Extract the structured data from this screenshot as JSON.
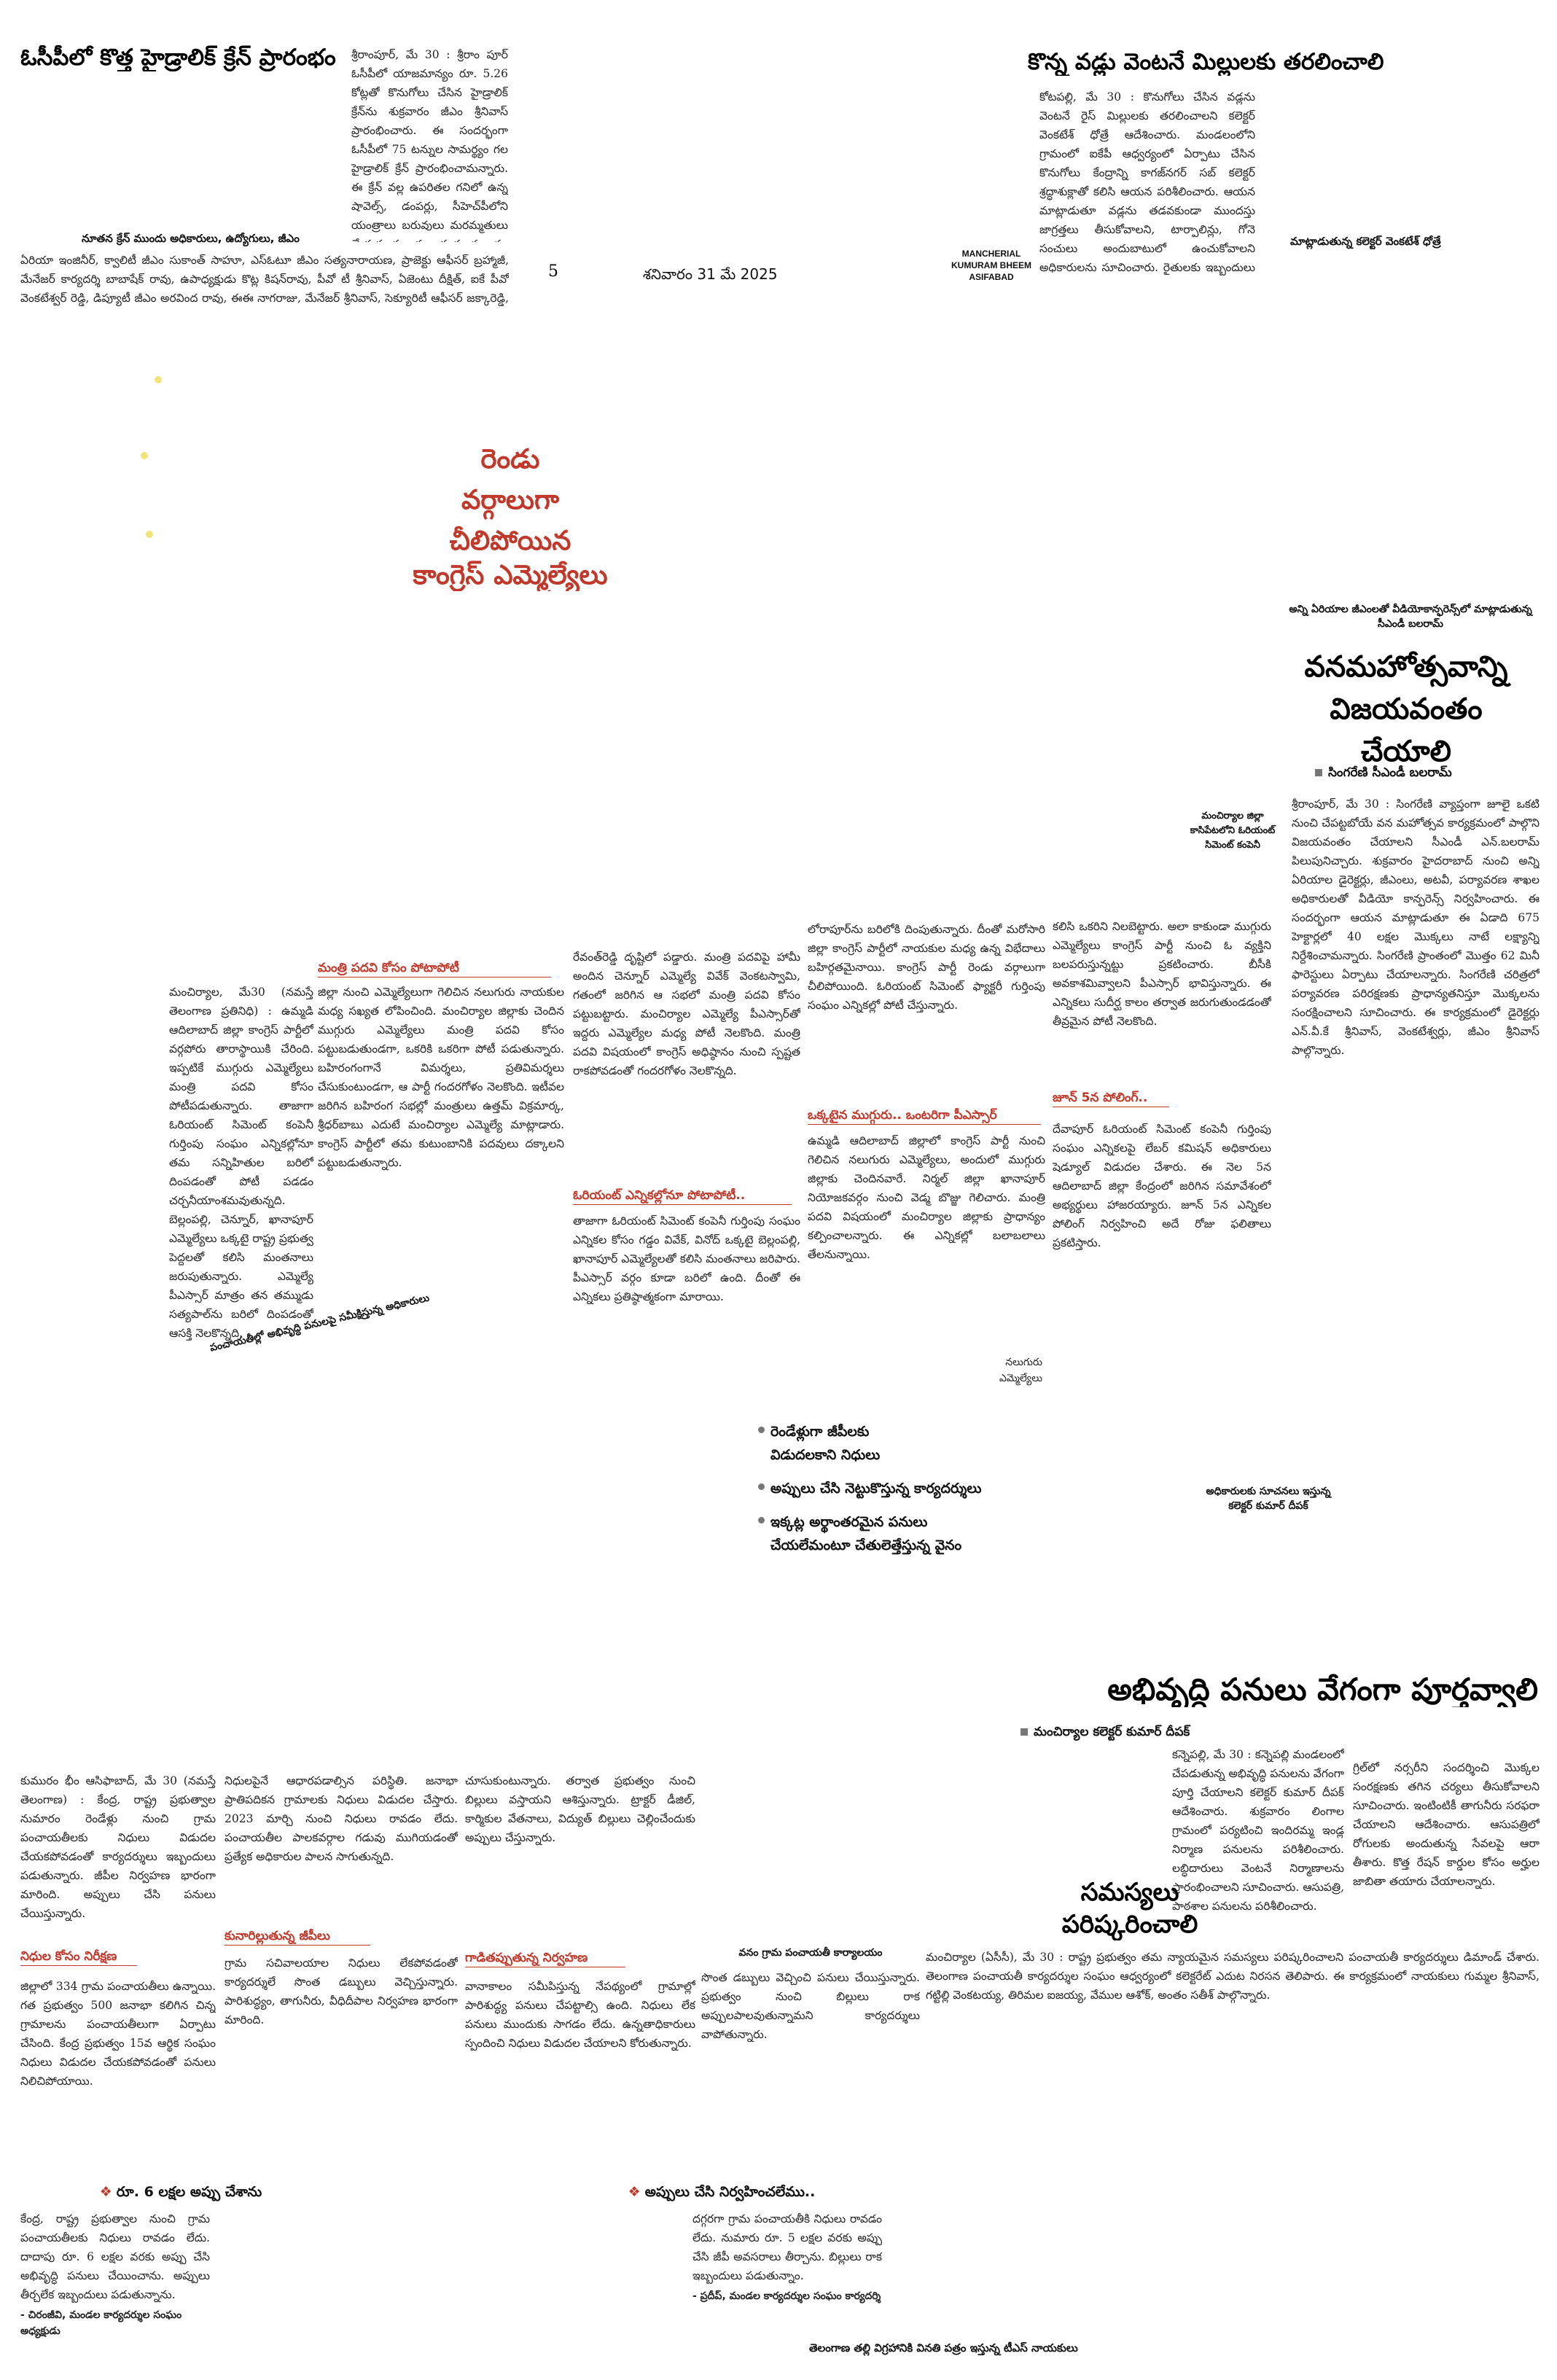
{
  "masthead": {
    "page_number": "5",
    "date": "శనివారం 31 మే 2025",
    "edition_line1": "MANCHERIAL",
    "edition_line2": "KUMURAM BHEEM",
    "edition_line3": "ASIFABAD"
  },
  "story_crane": {
    "headline": "ఓసీపీలో కొత్త హైడ్రాలిక్ క్రేన్ ప్రారంభం",
    "body_right": "శ్రీరాంపూర్, మే 30 : శ్రీరాం పూర్ ఓసీపీలో యాజమాన్యం రూ. 5.26 కోట్లతో కొనుగోలు చేసిన హైడ్రాలిక్ క్రేన్‌ను శుక్రవారం జీఎం శ్రీనివాస్ ప్రారంభించారు. ఈ సందర్భంగా ఓసీపీలో 75 టన్నుల సామర్థ్యం గల హైడ్రాలిక్ క్రేన్ ప్రారంభించామన్నారు. ఈ క్రేన్ వల్ల ఉపరితల గనిలో ఉన్న షావెల్స్, డంపర్లు, సీహెచ్‌పీలోని యంత్రాలు బరువులు మరమ్మతులు చేయడం సులభం అవుతుందన్నారు. ఈ కార్యక్రమంలో",
    "caption": "నూతన క్రేన్ ముందు అధికారులు, ఉద్యోగులు, జీఎం",
    "body_bottom": "ఏరియా ఇంజినీర్, క్వాలిటీ జీఎం సుకాంత్ సాహూ, ఎస్‌ఓటూ జీఎం సత్యనారాయణ, ప్రాజెక్టు ఆఫీసర్ బ్రహ్మాజీ, మేనేజర్ కార్యదర్శి బాబాషేక్ రావు, ఉపాధ్యక్షుడు కొట్ల కిషన్‌రావు, పీవో టీ శ్రీనివాస్, ఏజెంటు దీక్షిత్, ఐకే పీవో వెంకటేశ్వర్ రెడ్డి, డిప్యూటీ జీఎం అరవింద రావు, ఈఈ నాగరాజు, మేనేజర్ శ్రీనివాస్, సెక్యూరిటీ ఆఫీసర్ జక్కారెడ్డి, జూనియర్ ఫోర్మెన్ ఆఫీసర్ మేన, నాయకులు చంద్రమోహన్, భద్రి బుచ్చయ్య, మోతి లచ్చన్న పాల్గొన్నారు."
  },
  "story_paddy": {
    "headline": "కొన్న వడ్లు వెంటనే మిల్లులకు తరలించాలి",
    "body": "కోటపల్లి, మే 30 : కొనుగోలు చేసిన వడ్లను వెంటనే రైస్ మిల్లులకు తరలించాలని కలెక్టర్ వెంకటేశ్ ధోత్రే ఆదేశించారు. మండలంలోని గ్రామంలో ఐకేపీ ఆధ్వర్యంలో ఏర్పాటు చేసిన కొనుగోలు కేంద్రాన్ని కాగజ్‌నగర్ సబ్ కలెక్టర్ శ్రద్ధాశుక్లాతో కలిసి ఆయన పరిశీలించారు. ఆయన మాట్లాడుతూ వడ్లను తడవకుండా ముందస్తు జాగ్రత్తలు తీసుకోవాలని, టార్పాలిన్లు, గోనె సంచులు అందుబాటులో ఉంచుకోవాలని అధికారులను సూచించారు. రైతులకు ఇబ్బందులు కలగకుండా చూడాలన్నారు. ఆయన వెంట గ్రామీణాభివృద్ధి అధికారి కిషన్, జిల్లా సహకార సంఘం అధికారి బిక్కు, తహసీల్దార్ ప్రమోద్, ఏపీఎం ముత్తేశ్వర్, ఎంఆర్‌ఐలు దిలీప్, దేవేందర్, నిర్వాహకులు, రైతులున్నారు.",
    "caption": "మాట్లాడుతున్న కలెక్టర్ వెంకటేశ్ ధోత్రే"
  },
  "story_congress": {
    "headline_l1": "రెండు",
    "headline_l2": "వర్గాలుగా",
    "headline_l3": "చీలిపోయిన",
    "headline_l4": "కాంగ్రెస్ ఎమ్మెల్యేలు",
    "col1": "మంచిర్యాల, మే30 (నమస్తే తెలంగాణ ప్రతినిధి) : ఉమ్మడి ఆదిలాబాద్ జిల్లా కాంగ్రెస్ పార్టీలో వర్గపోరు తారాస్థాయికి చేరింది. ఇప్పటికే ముగ్గురు ఎమ్మెల్యేలు మంత్రి పదవి కోసం పోటీపడుతున్నారు. తాజాగా ఓరియంట్ సిమెంట్ కంపెనీ గుర్తింపు సంఘం ఎన్నికల్లోనూ తమ సన్నిహితుల బరిలో దింపడంతో పోటీ పడడం చర్చనీయాంశమవుతున్నది. బెల్లంపల్లి, చెన్నూర్, ఖానాపూర్ ఎమ్మెల్యేలు ఒక్కటై రాష్ట్ర ప్రభుత్వ పెద్దలతో కలిసి మంతనాలు జరుపుతున్నారు. ఎమ్మెల్యే పీఎస్సార్ మాత్రం తన తమ్ముడు సత్యపాల్‌ను బరిలో దింపడంతో ఆసక్తి నెలకొన్నది.",
    "sub1": "మంత్రి పదవి కోసం పోటాపోటీ",
    "col2": "జిల్లా నుంచి ఎమ్మెల్యేలుగా గెలిచిన నలుగురు నాయకుల మధ్య సఖ్యత లోపించింది. మంచిర్యాల జిల్లాకు చెందిన ముగ్గురు ఎమ్మెల్యేలు మంత్రి పదవి కోసం పట్టుబడుతుండగా, ఒకరికి ఒకరిగా పోటీ పడుతున్నారు. బహిరంగంగానే విమర్శలు, ప్రతివిమర్శలు చేసుకుంటుండగా, ఆ పార్టీ గందరగోళం నెలకొంది. ఇటీవల జరిగిన బహిరంగ సభల్లో మంత్రులు ఉత్తమ్ విక్రమార్క, శ్రీధర్‌బాబు ఎదుటే మంచిర్యాల ఎమ్మెల్యే మాట్లాడారు. కాంగ్రెస్ పార్టీలో తమ కుటుంబానికి పదవులు దక్కాలని పట్టుబడుతున్నారు.",
    "col3": "రేవంత్‌రెడ్డి దృష్టిలో పడ్డారు. మంత్రి పదవిపై హామీ అందిన చెన్నూర్ ఎమ్మెల్యే వివేక్ వెంకటస్వామి, గతంలో జరిగిన ఆ సభలో మంత్రి పదవి కోసం పట్టుబట్టారు. మంచిర్యాల ఎమ్మెల్యే పీఎస్సార్‌తో ఇద్దరు ఎమ్మెల్యేల మధ్య పోటీ నెలకొంది. మంత్రి పదవి విషయంలో కాంగ్రెస్ అధిష్ఠానం నుంచి స్పష్టత రాకపోవడంతో గందరగోళం నెలకొన్నది.",
    "sub2": "ఓరియంట్ ఎన్నికల్లోనూ పోటాపోటీ..",
    "col4": "తాజాగా ఓరియంట్ సిమెంట్ కంపెనీ గుర్తింపు సంఘం ఎన్నికల కోసం గడ్డం వివేక్, వినోద్ ఒక్కటై బెల్లంపల్లి, ఖానాపూర్ ఎమ్మెల్యేలతో కలిసి మంతనాలు జరిపారు. పీఎస్సార్ వర్గం కూడా బరిలో ఉంది. దీంతో ఈ ఎన్నికలు ప్రతిష్ఠాత్మకంగా మారాయి.",
    "col5": "లోరాపూర్‌ను బరిలోకి దింపుతున్నారు. దీంతో మరోసారి జిల్లా కాంగ్రెస్ పార్టీలో నాయకుల మధ్య ఉన్న విభేదాలు బహిర్గతమైనాయి. కాంగ్రెస్ పార్టీ రెండు వర్గాలుగా చీలిపోయింది. ఓరియంట్ సిమెంట్ ఫ్యాక్టరీ గుర్తింపు సంఘం ఎన్నికల్లో పోటీ చేస్తున్నారు.",
    "sub3": "ఒక్కటైన ముగ్గురు.. ఒంటరిగా పీఎస్సార్",
    "col6": "ఉమ్మడి ఆదిలాబాద్ జిల్లాలో కాంగ్రెస్ పార్టీ నుంచి గెలిచిన నలుగురు ఎమ్మెల్యేలు, అందులో ముగ్గురు జిల్లాకు చెందినవారే. నిర్మల్ జిల్లా ఖానాపూర్ నియోజకవర్గం నుంచి వెడ్మ బొజ్జు గెలిచారు. మంత్రి పదవి విషయంలో మంచిర్యాల జిల్లాకు ప్రాధాన్యం కల్పించాలన్నారు. ఈ ఎన్నికల్లో బలాబలాలు తేలనున్నాయి.",
    "col7": "కలిసి ఒకరిని నిలబెట్టారు. అలా కాకుండా ముగ్గురు ఎమ్మెల్యేలు కాంగ్రెస్ పార్టీ నుంచి ఓ వ్యక్తిని బలపరుస్తున్నట్టు ప్రకటించారు. బీసీకి అవకాశమివ్వాలని పీఎస్సార్ భావిస్తున్నారు. ఈ ఎన్నికలు సుదీర్ఘ కాలం తర్వాత జరుగుతుండడంతో తీవ్రమైన పోటీ నెలకొంది.",
    "sub4": "జూన్ 5న పోలింగ్..",
    "col8": "దేవాపూర్ ఓరియంట్ సిమెంట్ కంపెనీ గుర్తింపు సంఘం ఎన్నికలపై లేబర్ కమిషన్ అధికారులు షెడ్యూల్ విడుదల చేశారు. ఈ నెల 5న ఆదిలాబాద్ జిల్లా కేంద్రంలో జరిగిన సమావేశంలో అభ్యర్థులు హాజరయ్యారు. జూన్ 5న ఎన్నికల పోలింగ్ నిర్వహించి అదే రోజు ఫలితాలు ప్రకటిస్తారు.",
    "byline": "నలుగురు ఎమ్మెల్యేలు",
    "collage_caption": "మంచిర్యాల జిల్లా కాసిపేటలోని ఓరియంట్ సిమెంట్ కంపెనీ",
    "rotated_caption": "పంచాయతీల్లో అభివృద్ధి పనులపై సమీక్షిస్తున్న అధికారులు"
  },
  "story_vanamahotsavam": {
    "headline_l1": "వనమహోత్సవాన్ని",
    "headline_l2": "విజయవంతం",
    "headline_l3": "చేయాలి",
    "byline": "సింగరేణి సీఎండీ బలరామ్",
    "photo_caption": "అన్ని ఏరియాల జీఎంలతో వీడియోకాన్ఫరెన్స్‌లో మాట్లాడుతున్న సీఎండీ బలరామ్",
    "body": "శ్రీరాంపూర్, మే 30 : సింగరేణి వ్యాప్తంగా జూలై ఒకటి నుంచి చేపట్టబోయే వన మహోత్సవ కార్యక్రమంలో పాల్గొని విజయవంతం చేయాలని సీఎండీ ఎన్.బలరామ్ పిలుపునిచ్చారు. శుక్రవారం హైదరాబాద్ నుంచి అన్ని ఏరియాల డైరెక్టర్లు, జీఎంలు, అటవీ, పర్యావరణ శాఖల అధికారులతో వీడియో కాన్ఫరెన్స్ నిర్వహించారు. ఈ సందర్భంగా ఆయన మాట్లాడుతూ ఈ ఏడాది 675 హెక్టార్లలో 40 లక్షల మొక్కలు నాటే లక్ష్యాన్ని నిర్దేశించామన్నారు. సింగరేణి ప్రాంతంలో మొత్తం 62 మినీ ఫారెస్టులు ఏర్పాటు చేయాలన్నారు. సింగరేణి చరిత్రలో పర్యావరణ పరిరక్షణకు ప్రాధాన్యతనిస్తూ మొక్కలను సంరక్షించాలని సూచించారు. ఈ కార్యక్రమంలో డైరెక్టర్లు ఎన్.వీ.కే శ్రీనివాస్, వెంకటేశ్వర్లు, జీఎం శ్రీనివాస్ పాల్గొన్నారు."
  },
  "highlights": {
    "item1": "రెండేళ్లుగా జీపీలకు",
    "item1b": "విడుదలకాని నిధులు",
    "item2": "అప్పులు చేసి నెట్టుకొస్తున్న కార్యదర్శులు",
    "item3": "ఇక్కట్ల అర్థాంతరమైన పనులు",
    "item3b": "చేయలేమంటూ చేతులెత్తేస్తున్న వైనం",
    "photo_caption": "అధికారులకు సూచనలు ఇస్తున్న కలెక్టర్ కుమార్ దీపక్"
  },
  "story_development": {
    "headline": "అభివృద్ధి పనులు వేగంగా పూర్తవ్వాలి",
    "byline": "మంచిర్యాల కలెక్టర్ కుమార్ దీపక్",
    "body_left": "కన్నెపల్లి, మే 30 : కన్నెపల్లి మండలంలో చేపడుతున్న అభివృద్ధి పనులను వేగంగా పూర్తి చేయాలని కలెక్టర్ కుమార్ దీపక్ ఆదేశించారు. శుక్రవారం లింగాల గ్రామంలో పర్యటించి ఇందిరమ్మ ఇండ్ల నిర్మాణ పనులను పరిశీలించారు. లబ్ధిదారులు వెంటనే నిర్మాణాలను ప్రారంభించాలని సూచించారు. ఆసుపత్రి, పాఠశాల పనులను పరిశీలించారు.",
    "body_right": "గ్రిల్‌లో నర్సరీని సందర్శించి మొక్కల సంరక్షణకు తగిన చర్యలు తీసుకోవాలని సూచించారు. ఇంటింటికీ తాగునీరు సరఫరా చేయాలని ఆదేశించారు. ఆసుపత్రిలో రోగులకు అందుతున్న సేవలపై ఆరా తీశారు. కొత్త రేషన్ కార్డుల కోసం అర్హుల జాబితా తయారు చేయాలన్నారు."
  },
  "story_problems": {
    "headline_l1": "సమస్యలు",
    "headline_l2": "పరిష్కరించాలి",
    "left_caption": "వనం గ్రామ పంచాయతీ కార్యాలయం",
    "left_body": "సొంత డబ్బులు వెచ్చించి పనులు చేయిస్తున్నారు. ప్రభుత్వం నుంచి బిల్లులు రాక అప్పులపాలవుతున్నామని కార్యదర్శులు వాపోతున్నారు.",
    "right_body": "మంచిర్యాల (ఏసీసీ), మే 30 : రాష్ట్ర ప్రభుత్వం తమ న్యాయమైన సమస్యలు పరిష్కరించాలని పంచాయతీ కార్యదర్శులు డిమాండ్ చేశారు. తెలంగాణ పంచాయతీ కార్యదర్శుల సంఘం ఆధ్వర్యంలో కలెక్టరేట్ ఎదుట నిరసన తెలిపారు. ఈ కార్యక్రమంలో నాయకులు గుమ్మల శ్రీనివాస్, గట్టిల్లి వెంకటయ్య, తిరిమల ఐజయ్య, వేముల ఆశోక్, అంతం సతీశ్ పాల్గొన్నారు."
  },
  "story_panchayat": {
    "col1": "కుమురం భీం ఆసిఫాబాద్, మే 30 (నమస్తే తెలంగాణ) : కేంద్ర, రాష్ట్ర ప్రభుత్వాల నుమారం రెండేళ్లు నుంచి గ్రామ పంచాయతీలకు నిధులు విడుదల చేయకపోవడంతో కార్యదర్శులు ఇబ్బందులు పడుతున్నారు. జీపీల నిర్వహణ భారంగా మారింది. అప్పులు చేసి పనులు చేయిస్తున్నారు.",
    "sub1": "నిధుల కోసం నిరీక్షణ",
    "col1b": "జిల్లాలో 334 గ్రామ పంచాయతీలు ఉన్నాయి. గత ప్రభుత్వం 500 జనాభా కలిగిన చిన్న గ్రామాలను పంచాయతీలుగా ఏర్పాటు చేసింది. కేంద్ర ప్రభుత్వం 15వ ఆర్థిక సంఘం నిధులు విడుదల చేయకపోవడంతో పనులు నిలిచిపోయాయి.",
    "col2": "నిధులపైనే ఆధారపడాల్సిన పరిస్థితి. జనాభా ప్రాతిపదికన గ్రామాలకు నిధులు విడుదల చేస్తారు. 2023 మార్చి నుంచి నిధులు రావడం లేదు. పంచాయతీల పాలకవర్గాల గడువు ముగియడంతో ప్రత్యేక అధికారుల పాలన సాగుతున్నది.",
    "sub2": "కునారిల్లుతున్న జీపీలు",
    "col2b": "గ్రామ సచివాలయాల నిధులు లేకపోవడంతో కార్యదర్శులే సొంత డబ్బులు వెచ్చిస్తున్నారు. పారిశుద్ధ్యం, తాగునీరు, వీధిదీపాల నిర్వహణ భారంగా మారింది.",
    "col3": "చూసుకుంటున్నారు. తర్వాత ప్రభుత్వం నుంచి బిల్లులు వస్తాయని ఆశిస్తున్నారు. ట్రాక్టర్ డీజిల్, కార్మికుల వేతనాలు, విద్యుత్ బిల్లులు చెల్లించేందుకు అప్పులు చేస్తున్నారు.",
    "sub3": "గాడితప్పుతున్న నిర్వహణ",
    "col3b": "వానాకాలం సమీపిస్తున్న నేపథ్యంలో గ్రామాల్లో పారిశుద్ధ్య పనులు చేపట్టాల్సి ఉంది. నిధులు లేక పనులు ముందుకు సాగడం లేదు. ఉన్నతాధికారులు స్పందించి నిధులు విడుదల చేయాలని కోరుతున్నారు.",
    "box1_title": "రూ. 6 లక్షల అప్పు చేశాను",
    "box1_body": "కేంద్ర, రాష్ట్ర ప్రభుత్వాల నుంచి గ్రామ పంచాయతీలకు నిధులు రావడం లేదు. దాదాపు రూ. 6 లక్షల వరకు అప్పు చేసి అభివృద్ధి పనులు చేయించాను. అప్పులు తీర్చలేక ఇబ్బందులు పడుతున్నాను.",
    "box1_sign": "- చిరంజీవి, మండల కార్యదర్శుల సంఘం అధ్యక్షుడు",
    "box2_title": "అప్పులు చేసి నిర్వహించలేము..",
    "box2_body": "దగ్గరగా గ్రామ పంచాయతీకి నిధులు రావడం లేదు. నుమారు రూ. 5 లక్షల వరకు అప్పు చేసి జీపీ అవసరాలు తీర్చాను. బిల్లులు రాక ఇబ్బందులు పడుతున్నాం.",
    "box2_sign": "- ప్రదీప్, మండల కార్యదర్శుల సంఘం కార్యదర్శి",
    "bottom_caption": "తెలంగాణ తల్లి విగ్రహానికి వినతి పత్రం ఇస్తున్న టీఎస్ నాయకులు"
  }
}
